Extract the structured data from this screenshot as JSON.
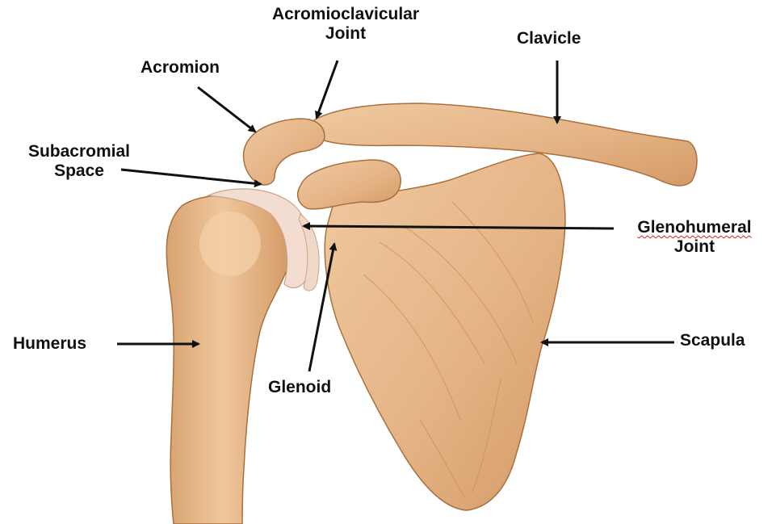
{
  "labels": {
    "acromioclavicular": {
      "line1": "Acromioclavicular",
      "line2": "Joint"
    },
    "clavicle": "Clavicle",
    "acromion": "Acromion",
    "subacromial": {
      "line1": "Subacromial",
      "line2": "Space"
    },
    "glenohumeral": {
      "line1": "Glenohumeral",
      "line2": "Joint"
    },
    "humerus": "Humerus",
    "scapula": "Scapula",
    "glenoid": "Glenoid"
  },
  "colors": {
    "bone": "#e7b98d",
    "bone_shadow": "#c9925e",
    "bone_outline": "#a8703f",
    "cartilage": "#f3ddd0",
    "arrow": "#111111"
  }
}
